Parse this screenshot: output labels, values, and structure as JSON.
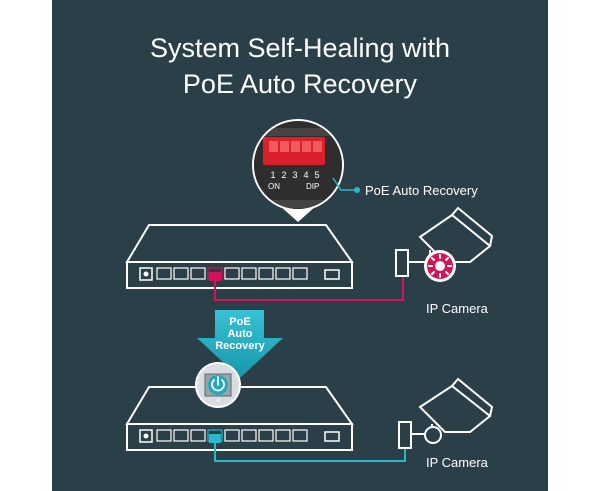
{
  "title": {
    "line1": "System Self-Healing with",
    "line2": "PoE Auto Recovery"
  },
  "dip_switch": {
    "numbers": [
      "1",
      "2",
      "3",
      "4",
      "5"
    ],
    "left_label": "ON",
    "right_label": "DIP"
  },
  "callout_label": "PoE Auto Recovery",
  "arrow_text": [
    "PoE",
    "Auto",
    "Recovery"
  ],
  "camera_top_label": "IP Camera",
  "camera_bottom_label": "IP Camera",
  "port_number": "4",
  "colors": {
    "background": "#2b3f48",
    "fault_link": "#d4145a",
    "recovered_link": "#2bb6c9",
    "arrow": "#22a9bd",
    "dip_switch": "#d9202c"
  }
}
